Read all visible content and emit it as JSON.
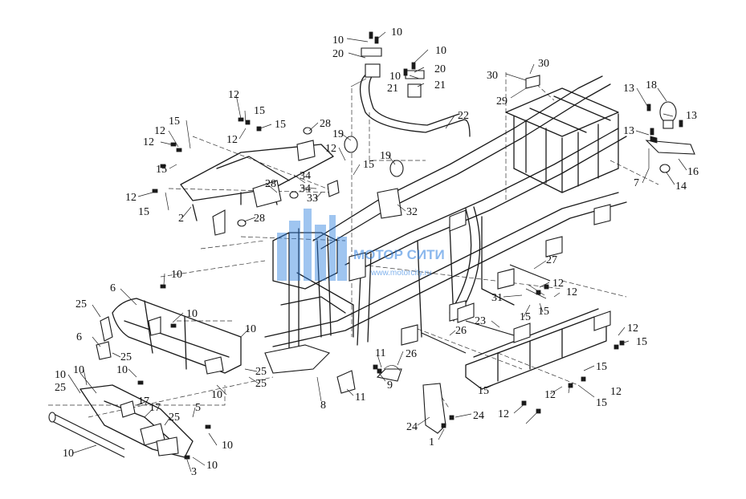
{
  "watermark": {
    "brand": "МОТОР СИТИ",
    "url": "www.motorcity.ru",
    "color": "#2d7fe0"
  },
  "callouts": [
    {
      "id": "c1",
      "text": "10"
    },
    {
      "id": "c2",
      "text": "10"
    },
    {
      "id": "c3",
      "text": "20"
    },
    {
      "id": "c4",
      "text": "10"
    },
    {
      "id": "c5",
      "text": "10"
    },
    {
      "id": "c6",
      "text": "20"
    },
    {
      "id": "c7",
      "text": "21"
    },
    {
      "id": "c8",
      "text": "21"
    },
    {
      "id": "c9",
      "text": "22"
    },
    {
      "id": "c10",
      "text": "30"
    },
    {
      "id": "c11",
      "text": "30"
    },
    {
      "id": "c12",
      "text": "29"
    },
    {
      "id": "c13",
      "text": "18"
    },
    {
      "id": "c14",
      "text": "13"
    },
    {
      "id": "c15",
      "text": "13"
    },
    {
      "id": "c16",
      "text": "13"
    },
    {
      "id": "c17",
      "text": "7"
    },
    {
      "id": "c18",
      "text": "16"
    },
    {
      "id": "c19",
      "text": "14"
    },
    {
      "id": "c20",
      "text": "12"
    },
    {
      "id": "c21",
      "text": "15"
    },
    {
      "id": "c22",
      "text": "15"
    },
    {
      "id": "c23",
      "text": "15"
    },
    {
      "id": "c24",
      "text": "12"
    },
    {
      "id": "c25",
      "text": "12"
    },
    {
      "id": "c26",
      "text": "12"
    },
    {
      "id": "c27",
      "text": "15"
    },
    {
      "id": "c28",
      "text": "28"
    },
    {
      "id": "c29",
      "text": "19"
    },
    {
      "id": "c30",
      "text": "12"
    },
    {
      "id": "c31",
      "text": "15"
    },
    {
      "id": "c32",
      "text": "19"
    },
    {
      "id": "c33",
      "text": "34"
    },
    {
      "id": "c34",
      "text": "34"
    },
    {
      "id": "c35",
      "text": "33"
    },
    {
      "id": "c36",
      "text": "28"
    },
    {
      "id": "c37",
      "text": "12"
    },
    {
      "id": "c38",
      "text": "15"
    },
    {
      "id": "c39",
      "text": "2"
    },
    {
      "id": "c40",
      "text": "28"
    },
    {
      "id": "c41",
      "text": "32"
    },
    {
      "id": "c42",
      "text": "27"
    },
    {
      "id": "c43",
      "text": "12"
    },
    {
      "id": "c44",
      "text": "12"
    },
    {
      "id": "c45",
      "text": "31"
    },
    {
      "id": "c46",
      "text": "15"
    },
    {
      "id": "c47",
      "text": "15"
    },
    {
      "id": "c48",
      "text": "10"
    },
    {
      "id": "c49",
      "text": "6"
    },
    {
      "id": "c50",
      "text": "25"
    },
    {
      "id": "c51",
      "text": "10"
    },
    {
      "id": "c52",
      "text": "6"
    },
    {
      "id": "c53",
      "text": "25"
    },
    {
      "id": "c54",
      "text": "10"
    },
    {
      "id": "c55",
      "text": "10"
    },
    {
      "id": "c56",
      "text": "25"
    },
    {
      "id": "c57",
      "text": "25"
    },
    {
      "id": "c58",
      "text": "10"
    },
    {
      "id": "c59",
      "text": "10"
    },
    {
      "id": "c60",
      "text": "25"
    },
    {
      "id": "c61",
      "text": "10"
    },
    {
      "id": "c62",
      "text": "17"
    },
    {
      "id": "c63",
      "text": "17"
    },
    {
      "id": "c64",
      "text": "25"
    },
    {
      "id": "c65",
      "text": "5"
    },
    {
      "id": "c66",
      "text": "10"
    },
    {
      "id": "c67",
      "text": "10"
    },
    {
      "id": "c68",
      "text": "10"
    },
    {
      "id": "c69",
      "text": "3"
    },
    {
      "id": "c70",
      "text": "8"
    },
    {
      "id": "c71",
      "text": "11"
    },
    {
      "id": "c72",
      "text": "11"
    },
    {
      "id": "c73",
      "text": "9"
    },
    {
      "id": "c74",
      "text": "26"
    },
    {
      "id": "c75",
      "text": "26"
    },
    {
      "id": "c76",
      "text": "23"
    },
    {
      "id": "c77",
      "text": "24"
    },
    {
      "id": "c78",
      "text": "24"
    },
    {
      "id": "c79",
      "text": "1"
    },
    {
      "id": "c80",
      "text": "15"
    },
    {
      "id": "c81",
      "text": "12"
    },
    {
      "id": "c82",
      "text": "15"
    },
    {
      "id": "c83",
      "text": "15"
    },
    {
      "id": "c84",
      "text": "12"
    },
    {
      "id": "c85",
      "text": "12"
    },
    {
      "id": "c86",
      "text": "15"
    },
    {
      "id": "c87",
      "text": "12"
    }
  ]
}
